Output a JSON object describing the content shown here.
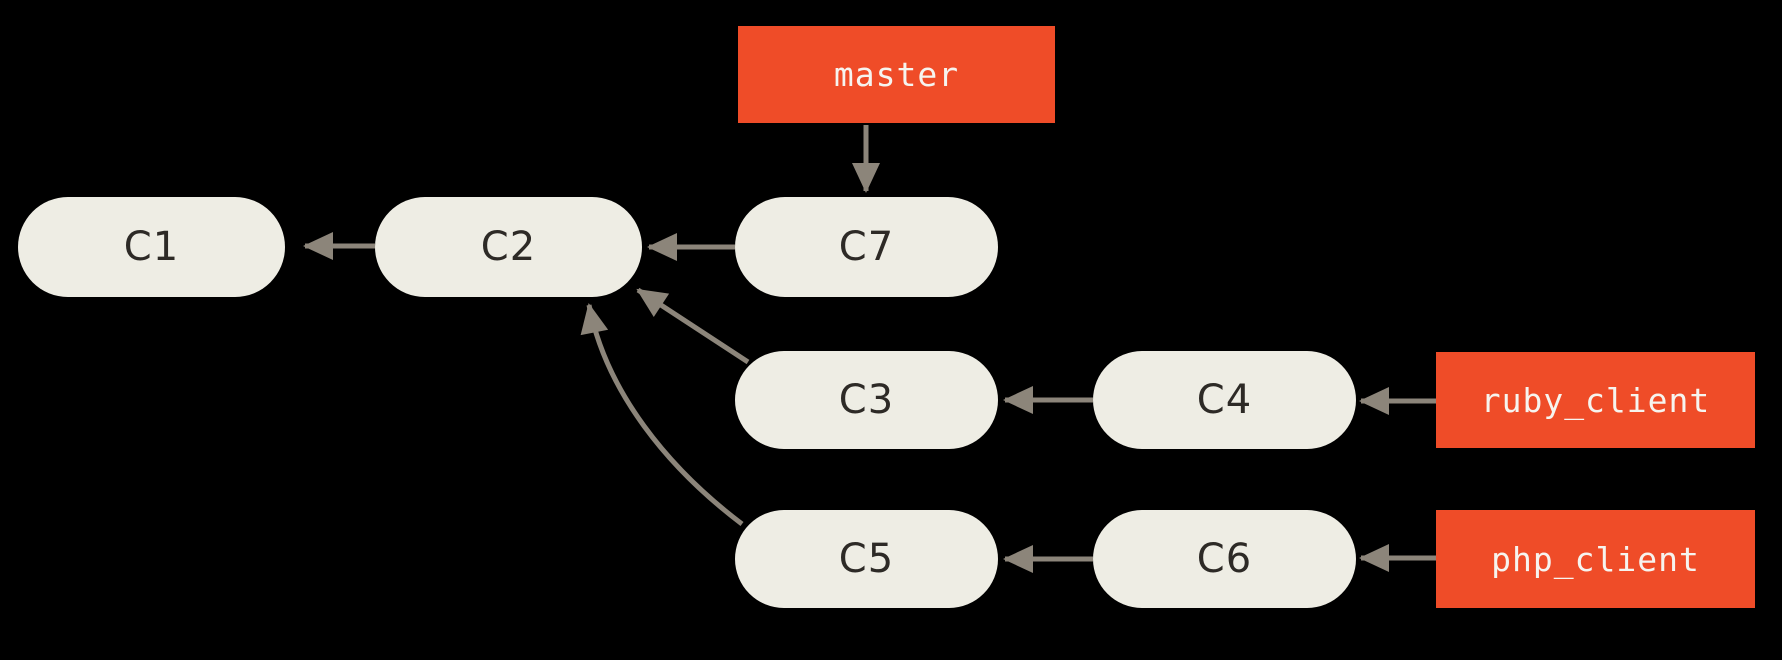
{
  "colors": {
    "background": "#000000",
    "accent": "#ef4c28",
    "node_fill": "#eeede4",
    "node_text": "#2d2a26",
    "label_text": "#f6f4ef",
    "arrow": "#8c857a"
  },
  "commits": {
    "C1": {
      "label": "C1"
    },
    "C2": {
      "label": "C2"
    },
    "C3": {
      "label": "C3"
    },
    "C4": {
      "label": "C4"
    },
    "C5": {
      "label": "C5"
    },
    "C6": {
      "label": "C6"
    },
    "C7": {
      "label": "C7"
    }
  },
  "branches": {
    "master": {
      "label": "master",
      "points_to": "C7"
    },
    "ruby_client": {
      "label": "ruby_client",
      "points_to": "C4"
    },
    "php_client": {
      "label": "php_client",
      "points_to": "C6"
    }
  },
  "edges": [
    {
      "from": "C2",
      "to": "C1"
    },
    {
      "from": "C7",
      "to": "C2"
    },
    {
      "from": "C3",
      "to": "C2"
    },
    {
      "from": "C5",
      "to": "C2"
    },
    {
      "from": "C4",
      "to": "C3"
    },
    {
      "from": "C6",
      "to": "C5"
    },
    {
      "from": "master",
      "to": "C7"
    },
    {
      "from": "ruby_client",
      "to": "C4"
    },
    {
      "from": "php_client",
      "to": "C6"
    }
  ]
}
